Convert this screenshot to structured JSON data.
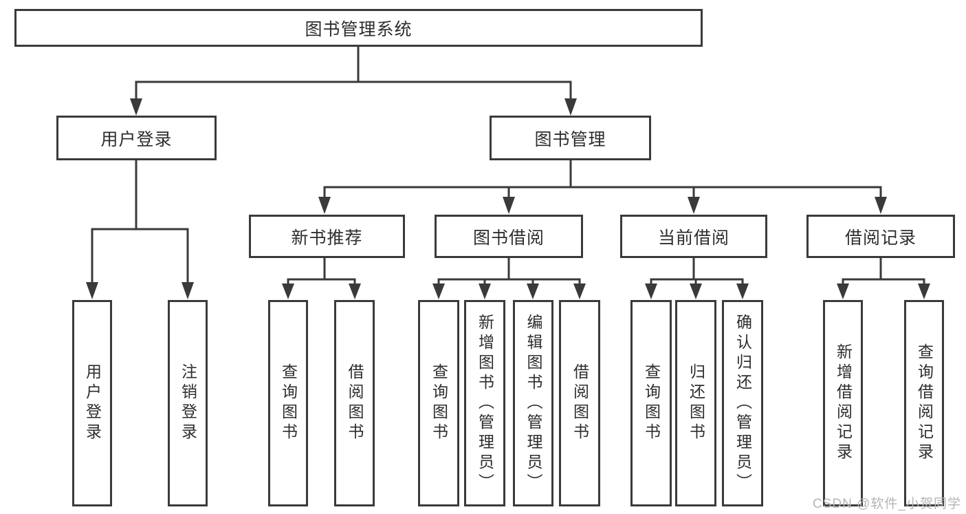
{
  "diagram": {
    "title_node": {
      "label": "图书管理系统"
    },
    "level1": [
      {
        "id": "user-login",
        "label": "用户登录"
      },
      {
        "id": "book-management",
        "label": "图书管理"
      }
    ],
    "level2": [
      {
        "id": "new-book-recommend",
        "label": "新书推荐",
        "parent": "图书管理"
      },
      {
        "id": "book-borrow",
        "label": "图书借阅",
        "parent": "图书管理"
      },
      {
        "id": "current-borrow",
        "label": "当前借阅",
        "parent": "图书管理"
      },
      {
        "id": "borrow-records",
        "label": "借阅记录",
        "parent": "图书管理"
      }
    ],
    "leaves": {
      "user": [
        "用户登录",
        "注销登录"
      ],
      "recommend": [
        "查询图书",
        "借阅图书"
      ],
      "borrow": [
        "查询图书",
        "新增图书（管理员）",
        "编辑图书（管理员）",
        "借阅图书"
      ],
      "current": [
        "查询图书",
        "归还图书",
        "确认归还（管理员）"
      ],
      "records": [
        "新增借阅记录",
        "查询借阅记录"
      ]
    },
    "colors": {
      "line": "#3a3a3a",
      "text": "#2d2d2d",
      "background": "#ffffff",
      "watermark": "#b5b5b5"
    }
  },
  "watermark": {
    "text": "CSDN @软件_小贺同学"
  }
}
